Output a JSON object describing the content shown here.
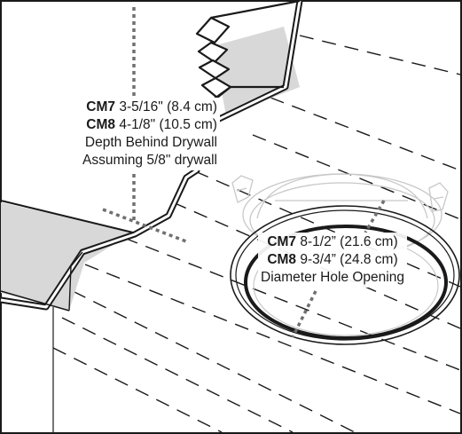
{
  "depth_callout": {
    "cm7_model": "CM7",
    "cm7_value": "3-5/16\" (8.4 cm)",
    "cm8_model": "CM8",
    "cm8_value": "4-1/8\" (10.5 cm)",
    "line1": "Depth Behind Drywall",
    "line2": "Assuming 5/8\" drywall"
  },
  "hole_callout": {
    "cm7_model": "CM7",
    "cm7_value": "8-1/2” (21.6 cm)",
    "cm8_model": "CM8",
    "cm8_value": "9-3/4” (24.8 cm)",
    "line1": "Diameter Hole Opening"
  },
  "colors": {
    "line": "#1a1a1a",
    "drywall_face": "#d8d8d8",
    "guide": "#707070",
    "ghost": "#c8c8c8"
  }
}
